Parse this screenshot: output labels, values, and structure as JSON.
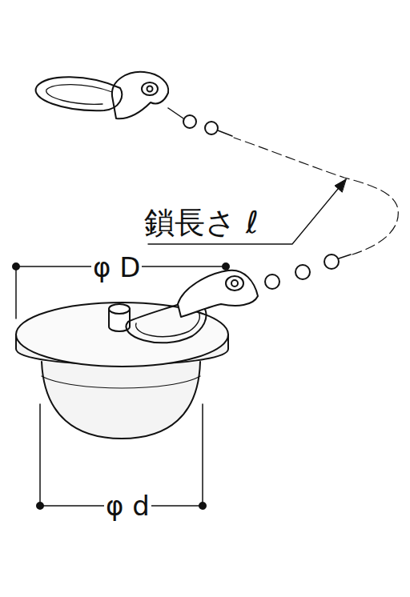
{
  "diagram": {
    "labels": [
      "鎖長さ ℓ",
      "φ D",
      "φ d"
    ]
  }
}
